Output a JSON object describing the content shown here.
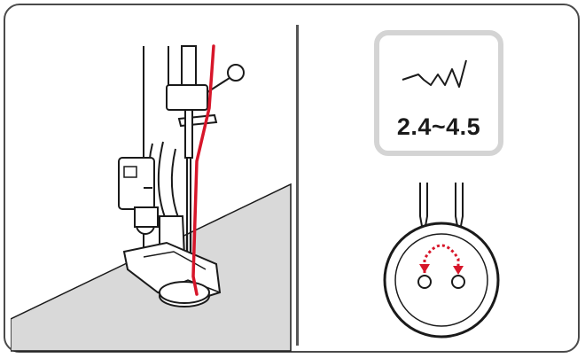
{
  "illustration": {
    "scene": "button-sewing",
    "thread_color": "#d7162a",
    "fabric_color": "#d9d9d9",
    "outline_color": "#1a1a1a"
  },
  "stitch_setting": {
    "pattern_icon": "zigzag-stitch-icon",
    "width_label": "2.4~4.5"
  },
  "button_diagram": {
    "holes": 2,
    "arrow_style": "dotted-red-arc"
  }
}
